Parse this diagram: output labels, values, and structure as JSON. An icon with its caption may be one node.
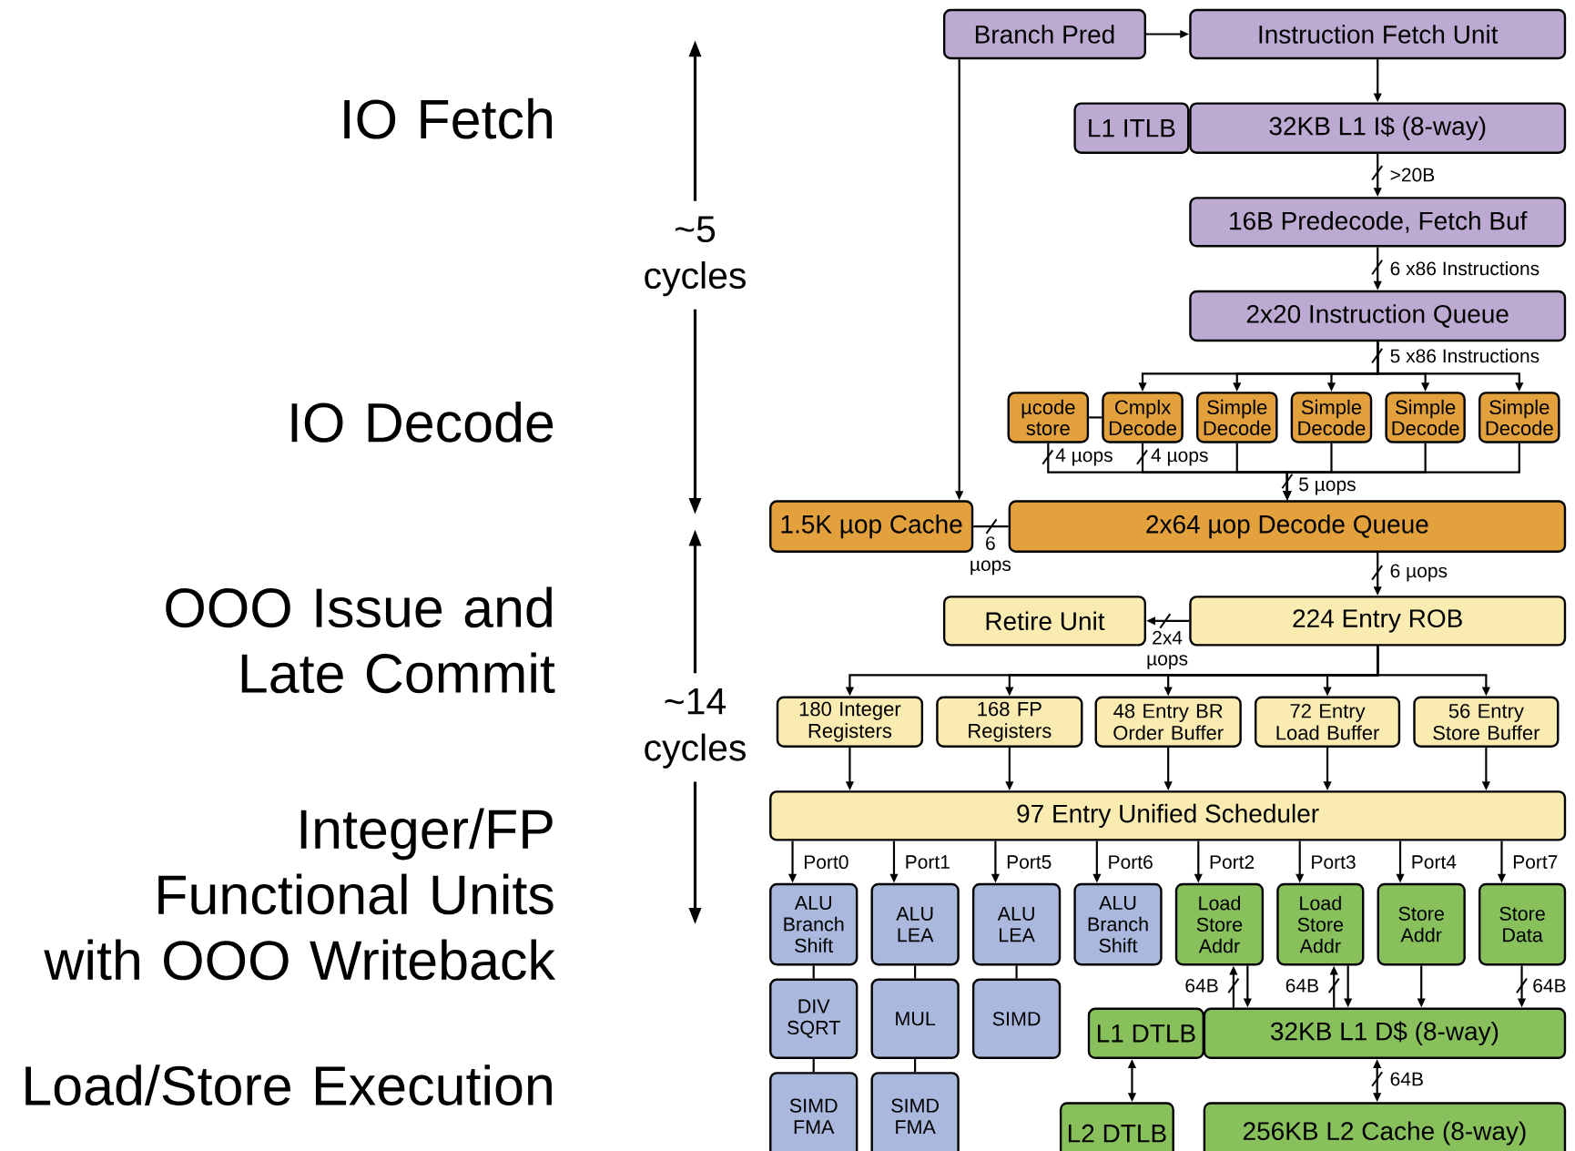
{
  "diagram": {
    "nodes": [
      {
        "text": [
          "Branch Pred"
        ]
      },
      {
        "text": [
          "Instruction Fetch Unit"
        ]
      },
      {
        "text": [
          "L1 ITLB"
        ]
      },
      {
        "text": [
          "32KB L1 I$ (8-way)"
        ]
      },
      {
        "text": [
          "16B Predecode, Fetch Buf"
        ]
      },
      {
        "text": [
          "2x20 Instruction Queue"
        ]
      },
      {
        "text": [
          "µcode store"
        ]
      },
      {
        "text": [
          "Cmplx Decode"
        ]
      },
      {
        "text": [
          "Simple Decode"
        ]
      },
      {
        "text": [
          "Simple Decode"
        ]
      },
      {
        "text": [
          "Simple Decode"
        ]
      },
      {
        "text": [
          "Simple Decode"
        ]
      },
      {
        "text": [
          "1.5K µop Cache"
        ]
      },
      {
        "text": [
          "2x64 µop Decode Queue"
        ]
      },
      {
        "text": [
          "Retire Unit"
        ]
      },
      {
        "text": [
          "224 Entry ROB"
        ]
      },
      {
        "text": [
          "180 Integer Registers"
        ]
      },
      {
        "text": [
          "168 FP Registers"
        ]
      },
      {
        "text": [
          "48 Entry BR Order Buffer"
        ]
      },
      {
        "text": [
          "72 Entry Load Buffer"
        ]
      },
      {
        "text": [
          "56 Entry Store Buffer"
        ]
      },
      {
        "text": [
          "97 Entry Unified Scheduler"
        ]
      },
      {
        "text": [
          "ALU Branch Shift"
        ]
      },
      {
        "text": [
          "ALU LEA"
        ]
      },
      {
        "text": [
          "ALU LEA"
        ]
      },
      {
        "text": [
          "ALU Branch Shift"
        ]
      },
      {
        "text": [
          "Load Store Addr"
        ]
      },
      {
        "text": [
          "Load Store Addr"
        ]
      },
      {
        "text": [
          "Store Addr"
        ]
      },
      {
        "text": [
          "Store Data"
        ]
      },
      {
        "text": [
          "DIV SQRT"
        ]
      },
      {
        "text": [
          "MUL"
        ]
      },
      {
        "text": [
          "SIMD"
        ]
      },
      {
        "text": [
          "L1 DTLB"
        ]
      },
      {
        "text": [
          "32KB L1 D$ (8-way)"
        ]
      },
      {
        "text": [
          "SIMD FMA"
        ]
      },
      {
        "text": [
          "SIMD FMA"
        ]
      },
      {
        "text": [
          "L2 DTLB"
        ]
      },
      {
        "text": [
          "256KB L2 Cache (8-way)"
        ]
      }
    ],
    "edges": [
      {
        "from": 0,
        "to": 1,
        "arrow": "to"
      },
      {
        "from": 0,
        "to": 12,
        "arrow": "to"
      },
      {
        "from": 1,
        "to": 3,
        "arrow": "to"
      },
      {
        "from": 3,
        "to": 4,
        "arrow": "to",
        "label": ">20B"
      },
      {
        "from": 4,
        "to": 5,
        "arrow": "to",
        "label": "6 x86 Instructions"
      },
      {
        "from": 5,
        "to": 7,
        "arrow": "to",
        "label": "5 x86 Instructions"
      },
      {
        "from": 5,
        "to": 8,
        "arrow": "to"
      },
      {
        "from": 5,
        "to": 9,
        "arrow": "to"
      },
      {
        "from": 5,
        "to": 10,
        "arrow": "to"
      },
      {
        "from": 5,
        "to": 11,
        "arrow": "to"
      },
      {
        "from": 6,
        "to": 7,
        "arrow": "none"
      },
      {
        "from": 6,
        "to": 13,
        "arrow": "to",
        "label": "4 µops"
      },
      {
        "from": 7,
        "to": 13,
        "arrow": "to",
        "label": "4 µops"
      },
      {
        "from": 8,
        "to": 13,
        "arrow": "to",
        "label": "5 µops"
      },
      {
        "from": 9,
        "to": 13,
        "arrow": "to"
      },
      {
        "from": 10,
        "to": 13,
        "arrow": "to"
      },
      {
        "from": 11,
        "to": 13,
        "arrow": "to"
      },
      {
        "from": 12,
        "to": 13,
        "arrow": "none",
        "label": "6 µops"
      },
      {
        "from": 13,
        "to": 15,
        "arrow": "to",
        "label": "6 µops"
      },
      {
        "from": 15,
        "to": 14,
        "arrow": "to",
        "label": "2x4 µops"
      },
      {
        "from": 15,
        "to": 16,
        "arrow": "to"
      },
      {
        "from": 15,
        "to": 17,
        "arrow": "to"
      },
      {
        "from": 15,
        "to": 18,
        "arrow": "to"
      },
      {
        "from": 15,
        "to": 19,
        "arrow": "to"
      },
      {
        "from": 15,
        "to": 20,
        "arrow": "to"
      },
      {
        "from": 16,
        "to": 21,
        "arrow": "to"
      },
      {
        "from": 17,
        "to": 21,
        "arrow": "to"
      },
      {
        "from": 18,
        "to": 21,
        "arrow": "to"
      },
      {
        "from": 19,
        "to": 21,
        "arrow": "to"
      },
      {
        "from": 20,
        "to": 21,
        "arrow": "to"
      },
      {
        "from": 21,
        "to": 22,
        "arrow": "to",
        "label": "Port0"
      },
      {
        "from": 21,
        "to": 23,
        "arrow": "to",
        "label": "Port1"
      },
      {
        "from": 21,
        "to": 24,
        "arrow": "to",
        "label": "Port5"
      },
      {
        "from": 21,
        "to": 25,
        "arrow": "to",
        "label": "Port6"
      },
      {
        "from": 21,
        "to": 26,
        "arrow": "to",
        "label": "Port2"
      },
      {
        "from": 21,
        "to": 27,
        "arrow": "to",
        "label": "Port3"
      },
      {
        "from": 21,
        "to": 28,
        "arrow": "to",
        "label": "Port4"
      },
      {
        "from": 21,
        "to": 29,
        "arrow": "to",
        "label": "Port7"
      },
      {
        "from": 22,
        "to": 30,
        "arrow": "none"
      },
      {
        "from": 30,
        "to": 35,
        "arrow": "none"
      },
      {
        "from": 23,
        "to": 31,
        "arrow": "none"
      },
      {
        "from": 31,
        "to": 36,
        "arrow": "none"
      },
      {
        "from": 24,
        "to": 32,
        "arrow": "none"
      },
      {
        "from": 34,
        "to": 26,
        "arrow": "to",
        "label": "64B"
      },
      {
        "from": 26,
        "to": 34,
        "arrow": "to"
      },
      {
        "from": 34,
        "to": 27,
        "arrow": "to",
        "label": "64B"
      },
      {
        "from": 27,
        "to": 34,
        "arrow": "to"
      },
      {
        "from": 28,
        "to": 34,
        "arrow": "to"
      },
      {
        "from": 29,
        "to": 34,
        "arrow": "to",
        "label": "64B"
      },
      {
        "from": 33,
        "to": 37,
        "arrow": "both"
      },
      {
        "from": 34,
        "to": 38,
        "arrow": "both",
        "label": "64B"
      }
    ],
    "labels": [
      "IO Fetch",
      "~5 cycles",
      "IO Decode",
      "OOO Issue and Late Commit",
      "~14 cycles",
      "Integer/FP Functional Units with OOO Writeback",
      "Load/Store Execution"
    ]
  }
}
